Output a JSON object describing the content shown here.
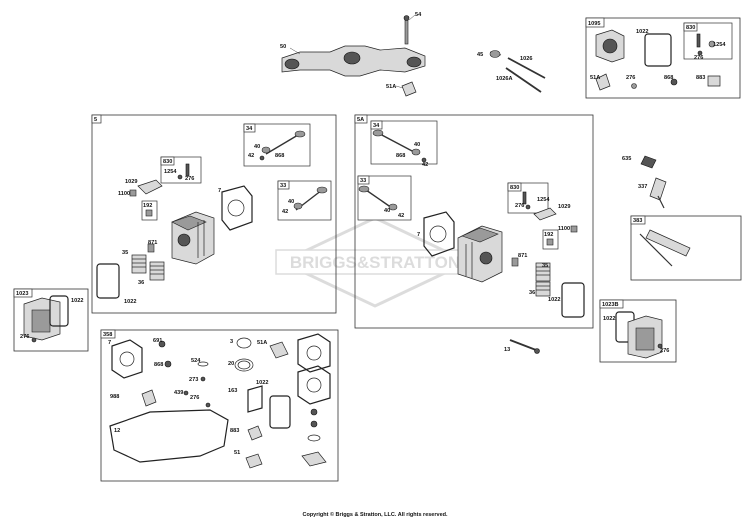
{
  "watermark": "BRIGGS&STRATTON",
  "copyright": "Copyright © Briggs & Stratton, LLC. All rights reserved.",
  "callouts": {
    "c54": "54",
    "c50": "50",
    "c51A_top": "51A",
    "c45": "45",
    "c1026": "1026",
    "c1026A": "1026A",
    "box1095": "1095",
    "c1022_1095": "1022",
    "box830_1095": "830",
    "c1254_1095": "1254",
    "c276_1095a": "276",
    "c51A_1095": "51A",
    "c276_1095b": "276",
    "c868_1095": "868",
    "c883_1095": "883",
    "box5": "5",
    "box34_5": "34",
    "c40_5a": "40",
    "c42_5a": "42",
    "c868_5": "868",
    "box830_5": "830",
    "c1254_5": "1254",
    "c276_5": "276",
    "c1029_5": "1029",
    "c1100_5": "1100",
    "box192_5": "192",
    "c7_5": "7",
    "box33_5": "33",
    "c40_5b": "40",
    "c42_5b": "42",
    "c871_5": "871",
    "c35_5": "35",
    "c36_5": "36",
    "c1022_5": "1022",
    "box5A": "5A",
    "box34_5A": "34",
    "c40_5Aa": "40",
    "c868_5A": "868",
    "c42_5Aa": "42",
    "box33_5A": "33",
    "c40_5Ab": "40",
    "c42_5Ab": "42",
    "box830_5A": "830",
    "c1254_5A": "1254",
    "c276_5A": "276",
    "c1029_5A": "1029",
    "c1100_5A": "1100",
    "box192_5A": "192",
    "c7_5A": "7",
    "c871_5A": "871",
    "c35_5A": "35",
    "c36_5A": "36",
    "c1022_5A": "1022",
    "c635": "635",
    "c337": "337",
    "box383": "383",
    "box1023": "1023",
    "c1022_1023": "1022",
    "c276_1023": "276",
    "box1023B": "1023B",
    "c1022_1023B": "1022",
    "c276_1023B": "276",
    "c13": "13",
    "box358": "358",
    "c7_358": "7",
    "c691": "691",
    "c868_358": "868",
    "c524": "524",
    "c273": "273",
    "c988": "988",
    "c439": "439",
    "c276_358": "276",
    "c12": "12",
    "c3": "3",
    "c51A_358a": "51A",
    "c20": "20",
    "c1022_358": "1022",
    "c163": "163",
    "c883_358": "883",
    "c51_358": "51"
  }
}
